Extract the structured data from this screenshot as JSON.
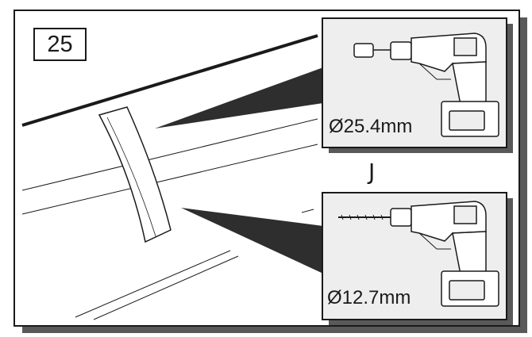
{
  "step": {
    "number": "25"
  },
  "drills": [
    {
      "size_label": "Ø25.4mm",
      "bit": "hole-saw-icon"
    },
    {
      "size_label": "Ø12.7mm",
      "bit": "twist-bit-icon"
    }
  ],
  "separator": {
    "glyph": "J"
  },
  "colors": {
    "line": "#1a1a1a",
    "panel": "#eeeeee",
    "shadow": "#2e2e2e",
    "frame_shadow": "#595959"
  }
}
